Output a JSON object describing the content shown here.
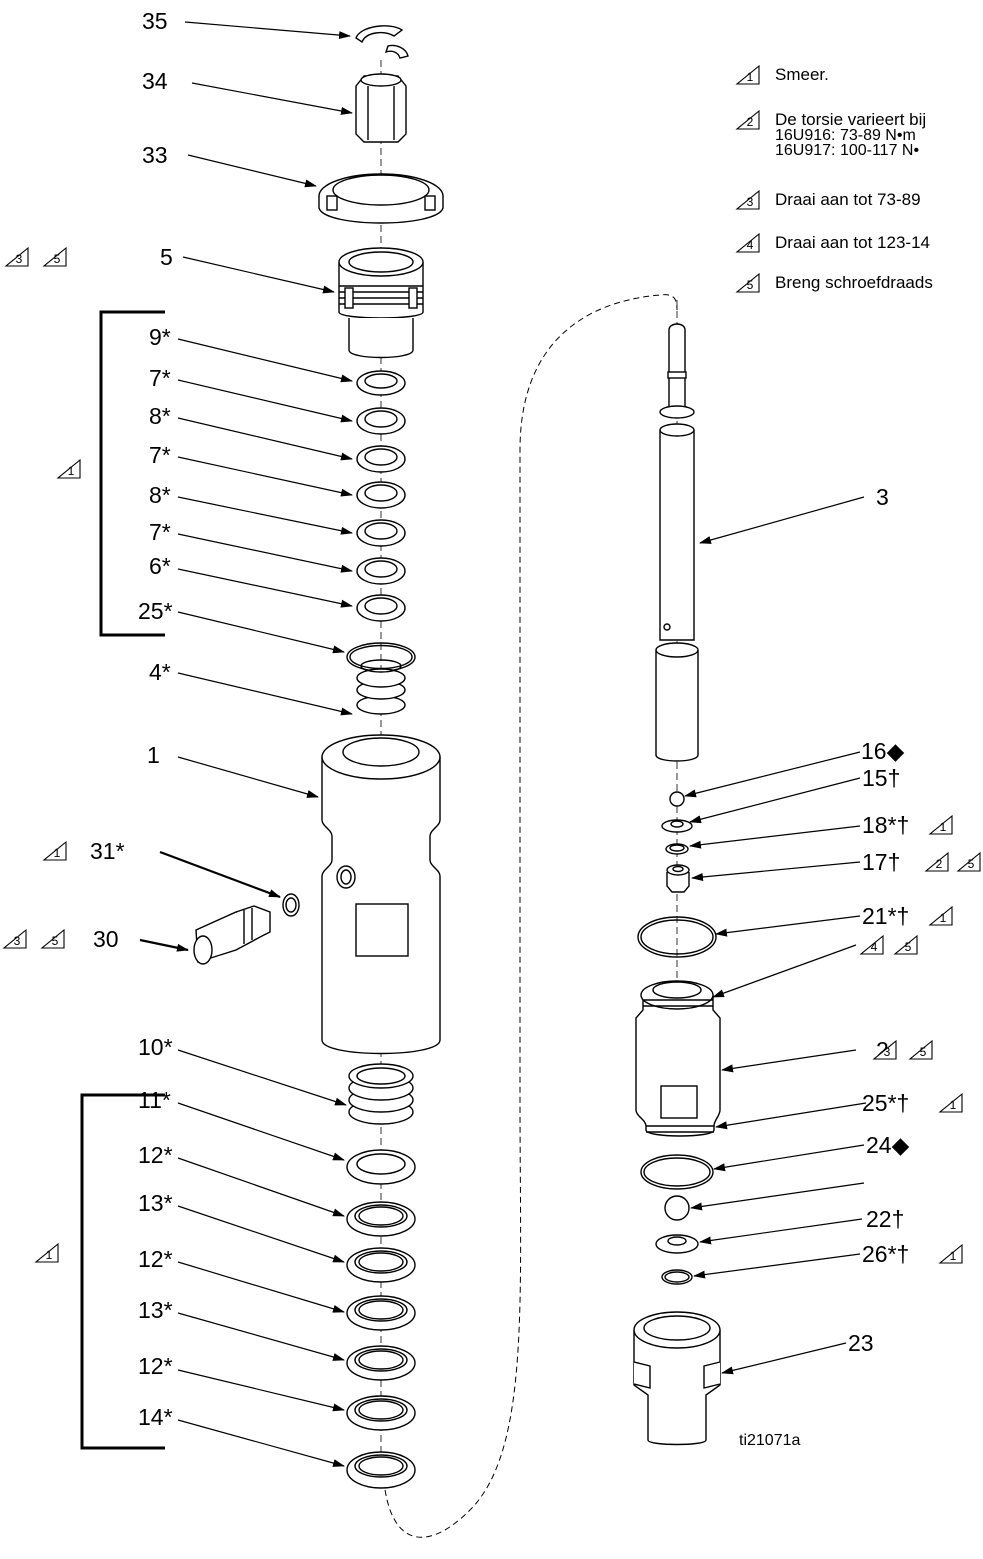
{
  "notes": [
    {
      "num": "1",
      "text": "Smeer."
    },
    {
      "num": "2",
      "text": "De torsie varieert bij",
      "lines": [
        "16U916: 73-89 N•m",
        "16U917: 100-117 N•"
      ]
    },
    {
      "num": "3",
      "text": "Draai aan tot 73-89"
    },
    {
      "num": "4",
      "text": "Draai aan tot 123-14"
    },
    {
      "num": "5",
      "text": "Breng schroefdraads"
    }
  ],
  "labels_left": {
    "p35": "35",
    "p34": "34",
    "p33": "33",
    "p5": "5",
    "p9": "9*",
    "p7a": "7*",
    "p8a": "8*",
    "p7b": "7*",
    "p8b": "8*",
    "p7c": "7*",
    "p6": "6*",
    "p25": "25*",
    "p4": "4*",
    "p1": "1",
    "p31": "31*",
    "p30": "30",
    "p10": "10*",
    "p11": "11*",
    "p12a": "12*",
    "p13a": "13*",
    "p12b": "12*",
    "p13b": "13*",
    "p12c": "12*",
    "p14": "14*"
  },
  "labels_right": {
    "p3": "3",
    "p16": "16◆",
    "p15": "15†",
    "p18": "18*†",
    "p17": "17†",
    "p21": "21*†",
    "p2": "2",
    "p25r": "25*†",
    "p24": "24◆",
    "p22": "22†",
    "p26": "26*†",
    "p23": "23"
  },
  "triangles": {
    "t1": "1",
    "t3": "3",
    "t5": "5",
    "t2": "2",
    "t4": "4"
  },
  "figure_id": "ti21071a"
}
